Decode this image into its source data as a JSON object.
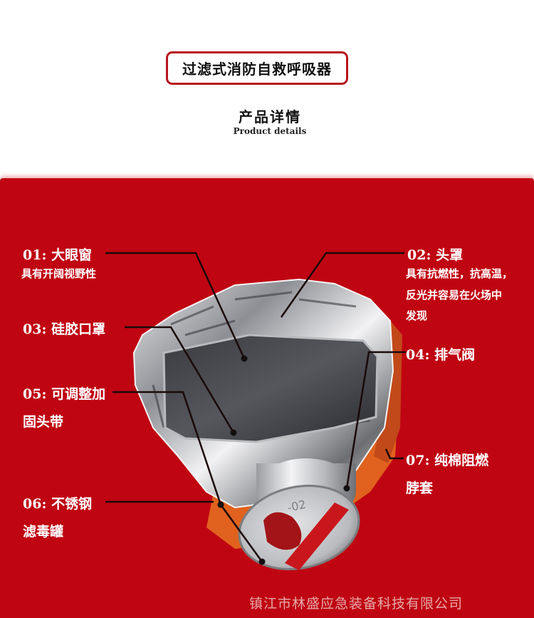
{
  "header": {
    "product_name": "过滤式消防自救呼吸器",
    "section_title": "产品详情",
    "section_subtitle": "Product details"
  },
  "colors": {
    "brand_red": "#c00512",
    "title_border": "#b8161c",
    "text_white": "#ffffff",
    "footer_text": "#e6a9a9",
    "leader_line": "#1a0a0a"
  },
  "features": [
    {
      "id": "01",
      "num": "01:",
      "name": "大眼窗",
      "desc": [
        "具有开阔视野性"
      ]
    },
    {
      "id": "02",
      "num": "02:",
      "name": "头罩",
      "desc": [
        "具有抗燃性，抗高温，",
        "反光并容易在火场中",
        "发现"
      ]
    },
    {
      "id": "03",
      "num": "03:",
      "name": "硅胶口罩",
      "desc": []
    },
    {
      "id": "04",
      "num": "04:",
      "name": "排气阀",
      "desc": []
    },
    {
      "id": "05",
      "num": "05:",
      "name": "可调整加",
      "name2": "固头带",
      "desc": []
    },
    {
      "id": "06",
      "num": "06:",
      "name": "不锈钢",
      "name2": "滤毒罐",
      "desc": []
    },
    {
      "id": "07",
      "num": "07:",
      "name": "纯棉阻燃",
      "name2": "脖套",
      "desc": []
    }
  ],
  "product_image": {
    "subject": "fire-escape-respirator-hood",
    "canister_marking": "-02"
  },
  "footer": {
    "company": "镇江市林盛应急装备科技有限公司"
  }
}
